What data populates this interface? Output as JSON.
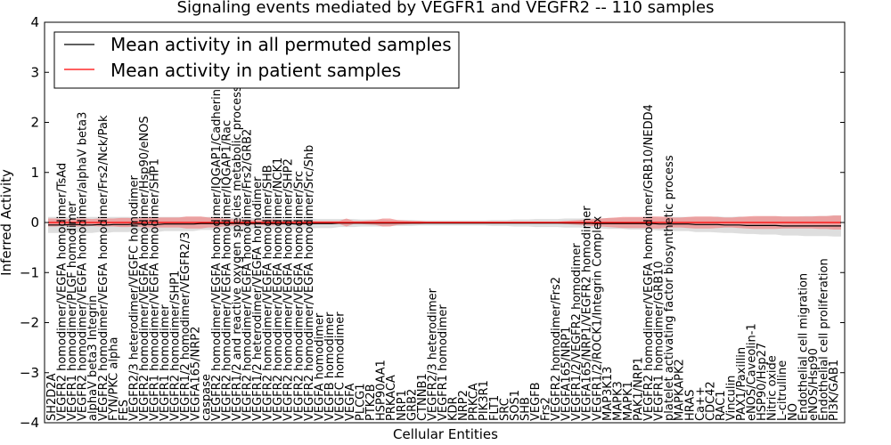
{
  "chart_data": {
    "type": "line",
    "title": "Signaling events mediated by VEGFR1 and VEGFR2 -- 110 samples",
    "xlabel": "Cellular Entities",
    "ylabel": "Inferred Activity",
    "ylim": [
      -4,
      4
    ],
    "yticks": [
      "−4",
      "−3",
      "−2",
      "−1",
      "0",
      "1",
      "2",
      "3",
      "4"
    ],
    "grid": false,
    "legend_position": "top-left",
    "colors": {
      "permuted_line": "#000000",
      "patient_line": "#ff0000",
      "patient_band": "#f08080",
      "permuted_band": "#c8c8c8"
    },
    "series": [
      {
        "name": "Mean activity in all permuted samples"
      },
      {
        "name": "Mean activity in patient samples"
      }
    ],
    "categories": [
      "SH2D2A",
      "VEGFR2 homodimer/VEGFA homodimer/TsAd",
      "VEGFR1 homodimer/PLGF homodimer",
      "VEGFR2 homodimer/VEGFA homodimer/alphaV beta3",
      "alphaV beta3 Integrin",
      "VEGFR2 homodimer/VEGFA homodimer/Frs2/Nck/Pak",
      "FYN/PKC alpha",
      "FES",
      "VEGFR2/3 heterodimer/VEGFC homodimer",
      "VEGFR2 homodimer/VEGFA homodimer/Hsp90/eNOS",
      "VEGFR1 homodimer/VEGFA homodimer/SHP1",
      "VEGFR1 homodimer",
      "VEGFR2 homodimer/SHP1",
      "VEGFR1/2 homodimer/VEGFR2/3",
      "VEGFA165/NRP2",
      "caspase",
      "VEGFR2 homodimer/VEGFA homodimer/IQGAP1/Cadherin",
      "VEGFR2 homodimer/VEGFA homodimer/IQGAP1/Rac",
      "VEGFR1/2 and reactive oxygen species metabolic process",
      "VEGFR2 homodimer/VEGFA homodimer/Frs2/GRB2",
      "VEGFR1/2 heterodimer/VEGFA homodimer",
      "VEGFR2 homodimer/VEGFA homodimer/SHB",
      "VEGFR2 homodimer/VEGFA homodimer/NCK1",
      "VEGFR2 homodimer/VEGFA homodimer/SHP2",
      "VEGFR2 homodimer/VEGFA homodimer/Src",
      "VEGFR2 homodimer/VEGFA homodimer/Src/Shb",
      "VEGFA homodimer",
      "VEGFB homodimer",
      "VEGFC homodimer",
      "VEGFA",
      "PLCG1",
      "PTK2B",
      "HSP90AA1",
      "PRKACA",
      "NRP1",
      "GRB2",
      "CTNNB1",
      "VEGFR2/3 heterodimer",
      "VEGFR1 homodimer",
      "KDR",
      "NRP2",
      "PRKCA",
      "PIK3R1",
      "FLT1",
      "SRC",
      "SOS1",
      "SHB",
      "VEGFB",
      "Frs2",
      "VEGFR2 homodimer/Frs2",
      "VEGFA165/NRP1",
      "VEGFR1/2/VEGFR2 homodimer",
      "VEGFA165/NRP1/VEGFR2 homodimer",
      "VEGFR1/2/ROCK1/Integrin Complex",
      "MAP3K13",
      "MAPK3",
      "MAPK1",
      "PAK1/NRP1",
      "VEGFR2 homodimer/VEGFA homodimer/GRB10/NEDD4",
      "VEGFR1 homodimer/GRB10",
      "platelet activating factor biosynthetic process",
      "MAPKAPK2",
      "HRAS",
      "Ca++",
      "CDC42",
      "RAC1",
      "Vinculin",
      "PAX1/Paxillin",
      "eNOS/Caveolin-1",
      "HSP90/Hsp27",
      "Nitric oxide",
      "L-citrulline",
      "NO",
      "Endothelial cell migration",
      "eNOS/Hsp90",
      "Endothelial cell proliferation",
      "PI3K/GAB1"
    ],
    "label_tops": [
      "SH2D2A",
      "VEGFR2 homodimer/VEGFA homodimer/TsAd",
      "VEGFR1 homodimer/PLGF homodimer",
      "VEGFR2 homodimer/VEGFA homodimer/alphaV beta3",
      "alphaV beta3 Integrin",
      "VEGFR2 homodimer/VEGFA homodimer/Frs2/Nck/Pak",
      "FYN/PKC alpha",
      "FES",
      "VEGFR2/3 heterodimer/VEGFC homodimer",
      "VEGFR2 homodimer/VEGFA homodimer/Hsp90/eNOS",
      "VEGFR1 homodimer/VEGFA homodimer/SHP1",
      "VEGFR1 homodimer",
      "VEGFR2 homodimer/SHP1",
      "VEGFR1/2 homodimer/VEGFR2/3",
      "VEGFA165/NRP2",
      "caspase"
    ],
    "n_points": 110,
    "mean_permuted": [
      -0.05,
      -0.05,
      -0.05,
      -0.04,
      -0.04,
      -0.05,
      -0.05,
      -0.04,
      -0.05,
      -0.04,
      -0.04,
      -0.04,
      -0.03,
      -0.03,
      -0.04,
      -0.04,
      -0.03,
      -0.03,
      -0.03,
      -0.03,
      -0.03,
      -0.02,
      -0.02,
      -0.02,
      -0.02,
      -0.02,
      -0.02,
      -0.02,
      -0.02,
      -0.02,
      -0.02,
      -0.02,
      -0.02,
      -0.02,
      -0.03,
      -0.02,
      -0.02,
      -0.02,
      -0.02,
      -0.02,
      -0.01,
      -0.01,
      -0.01,
      -0.01,
      -0.01,
      -0.01,
      -0.01,
      -0.01,
      -0.01,
      -0.01,
      -0.01,
      -0.01,
      -0.01,
      -0.01,
      -0.01,
      -0.01,
      -0.01,
      -0.01,
      -0.01,
      -0.01,
      -0.01,
      -0.01,
      -0.01,
      -0.01,
      -0.01,
      -0.01,
      -0.01,
      -0.01,
      -0.01,
      -0.01,
      -0.01,
      -0.01,
      -0.01,
      -0.01,
      -0.01,
      -0.02,
      -0.02,
      -0.02,
      -0.02,
      -0.02,
      -0.02,
      -0.02,
      -0.02,
      -0.02,
      -0.03,
      -0.03,
      -0.03,
      -0.03,
      -0.03,
      -0.04,
      -0.04,
      -0.04,
      -0.04,
      -0.05,
      -0.05,
      -0.05,
      -0.06,
      -0.06,
      -0.06,
      -0.06,
      -0.06,
      -0.07,
      -0.07,
      -0.07,
      -0.07,
      -0.07,
      -0.07,
      -0.07,
      -0.07,
      -0.07
    ],
    "mean_patient": [
      0.0,
      0.0,
      0.0,
      0.0,
      0.0,
      0.0,
      0.0,
      0.0,
      0.0,
      0.0,
      0.0,
      0.0,
      0.0,
      0.0,
      0.0,
      0.0,
      0.0,
      0.0,
      0.0,
      0.0,
      0.0,
      0.0,
      0.0,
      0.0,
      0.0,
      0.0,
      0.0,
      0.0,
      0.0,
      0.0,
      0.0,
      0.0,
      0.0,
      0.0,
      0.0,
      0.0,
      0.0,
      0.0,
      0.0,
      0.0,
      0.0,
      0.0,
      0.0,
      0.0,
      0.0,
      0.0,
      0.0,
      0.0,
      0.0,
      0.0,
      0.0,
      0.0,
      0.0,
      0.0,
      0.0,
      0.0,
      0.0,
      0.0,
      0.0,
      0.0,
      0.0,
      0.0,
      0.0,
      0.0,
      0.0,
      0.0,
      0.0,
      0.0,
      0.0,
      0.0,
      0.0,
      0.0,
      0.0,
      0.0,
      0.0,
      0.0,
      0.0,
      0.0,
      0.0,
      0.0,
      0.0,
      0.0,
      0.0,
      0.0,
      0.0,
      0.0,
      0.0,
      0.0,
      0.0,
      0.0,
      0.0,
      0.0,
      0.0,
      0.0,
      0.0,
      0.0,
      0.0,
      0.0,
      0.0,
      0.0,
      0.0,
      0.0,
      0.0,
      0.0,
      0.0,
      0.0,
      0.0,
      0.0,
      0.0,
      0.0
    ],
    "patient_band_halfwidth": [
      0.08,
      0.08,
      0.07,
      0.07,
      0.08,
      0.08,
      0.07,
      0.08,
      0.08,
      0.08,
      0.09,
      0.09,
      0.08,
      0.09,
      0.1,
      0.1,
      0.1,
      0.1,
      0.1,
      0.12,
      0.12,
      0.12,
      0.1,
      0.1,
      0.08,
      0.07,
      0.06,
      0.06,
      0.05,
      0.05,
      0.06,
      0.06,
      0.05,
      0.04,
      0.04,
      0.05,
      0.04,
      0.03,
      0.03,
      0.03,
      0.03,
      0.08,
      0.03,
      0.03,
      0.04,
      0.05,
      0.08,
      0.08,
      0.05,
      0.04,
      0.03,
      0.03,
      0.02,
      0.02,
      0.02,
      0.02,
      0.02,
      0.02,
      0.02,
      0.02,
      0.02,
      0.02,
      0.02,
      0.02,
      0.02,
      0.02,
      0.02,
      0.02,
      0.02,
      0.02,
      0.02,
      0.03,
      0.04,
      0.05,
      0.06,
      0.07,
      0.08,
      0.09,
      0.1,
      0.11,
      0.11,
      0.11,
      0.11,
      0.12,
      0.12,
      0.11,
      0.1,
      0.1,
      0.11,
      0.12,
      0.12,
      0.12,
      0.11,
      0.1,
      0.1,
      0.11,
      0.12,
      0.13,
      0.13,
      0.13,
      0.13,
      0.12,
      0.12,
      0.12,
      0.12,
      0.12,
      0.13,
      0.13,
      0.14,
      0.14
    ],
    "permuted_band_halfwidth": [
      0.16,
      0.16,
      0.16,
      0.15,
      0.15,
      0.16,
      0.16,
      0.15,
      0.16,
      0.15,
      0.15,
      0.15,
      0.14,
      0.14,
      0.15,
      0.15,
      0.14,
      0.14,
      0.14,
      0.14,
      0.14,
      0.13,
      0.13,
      0.13,
      0.12,
      0.12,
      0.12,
      0.12,
      0.11,
      0.11,
      0.11,
      0.11,
      0.1,
      0.1,
      0.1,
      0.1,
      0.1,
      0.09,
      0.09,
      0.09,
      0.08,
      0.08,
      0.08,
      0.07,
      0.07,
      0.07,
      0.07,
      0.06,
      0.06,
      0.06,
      0.06,
      0.05,
      0.05,
      0.05,
      0.05,
      0.05,
      0.05,
      0.05,
      0.05,
      0.05,
      0.05,
      0.06,
      0.06,
      0.06,
      0.07,
      0.07,
      0.07,
      0.08,
      0.08,
      0.08,
      0.08,
      0.09,
      0.09,
      0.09,
      0.1,
      0.1,
      0.1,
      0.11,
      0.11,
      0.11,
      0.12,
      0.12,
      0.12,
      0.13,
      0.13,
      0.13,
      0.14,
      0.14,
      0.14,
      0.15,
      0.15,
      0.15,
      0.16,
      0.16,
      0.16,
      0.17,
      0.17,
      0.17,
      0.18,
      0.18,
      0.18,
      0.19,
      0.19,
      0.19,
      0.2,
      0.2,
      0.2,
      0.2,
      0.21,
      0.21
    ]
  }
}
